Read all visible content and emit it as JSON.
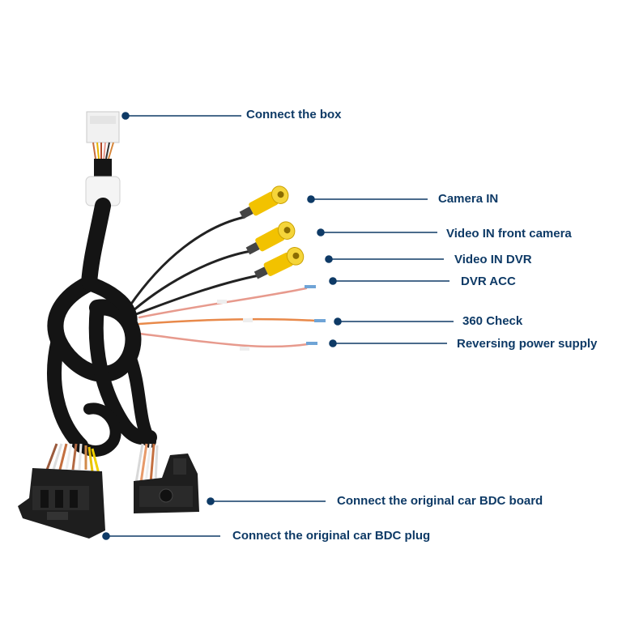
{
  "labels": {
    "connect_box": "Connect the box",
    "camera_in": "Camera IN",
    "video_in_front": "Video IN front camera",
    "video_in_dvr": "Video IN DVR",
    "dvr_acc": "DVR ACC",
    "check_360": "360 Check",
    "reversing_power": "Reversing power supply",
    "bdc_board": "Connect the original car BDC board",
    "bdc_plug": "Connect the original car BDC plug"
  },
  "colors": {
    "label_text": "#0e3a66",
    "leader_line": "#0e3a66",
    "harness_black": "#141414",
    "rca_yellow": "#f2c200",
    "wire_pink": "#e79a8d",
    "wire_orange": "#e8894a"
  }
}
